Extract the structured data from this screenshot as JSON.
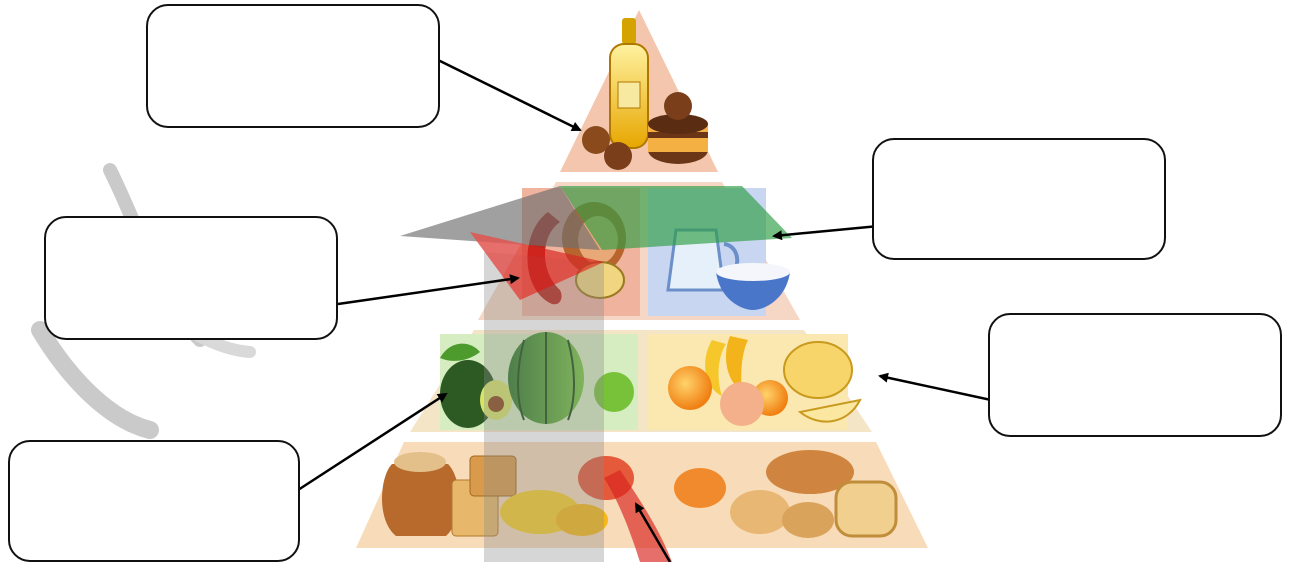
{
  "diagram": {
    "title": "",
    "labels": [
      {
        "id": "oils-sweets",
        "text": ""
      },
      {
        "id": "protein-dairy",
        "text": ""
      },
      {
        "id": "meat",
        "text": ""
      },
      {
        "id": "vegetables",
        "text": ""
      },
      {
        "id": "fruits",
        "text": ""
      },
      {
        "id": "grains",
        "text": ""
      }
    ],
    "pyramid": {
      "tiers": [
        "oils-and-sweets",
        "meat-and-dairy",
        "vegetables-and-fruits",
        "grains-and-bread"
      ],
      "tier_colors": [
        "#f3c6ad",
        "#f7d9c3",
        "#f4e5c6",
        "#f8dbb8"
      ],
      "icons": [
        "oil-bottle-icon",
        "cake-icon",
        "sausage-icon",
        "ham-icon",
        "milk-jug-icon",
        "bowl-icon",
        "avocado-icon",
        "pumpkin-icon",
        "apple-icon",
        "banana-icon",
        "orange-icon",
        "melon-icon",
        "sack-icon",
        "cracker-icon",
        "cheese-icon",
        "bread-icon",
        "loaf-icon"
      ]
    },
    "watermark_colors": [
      "#2f9e44",
      "#d9231f",
      "#7a7a7a"
    ]
  }
}
